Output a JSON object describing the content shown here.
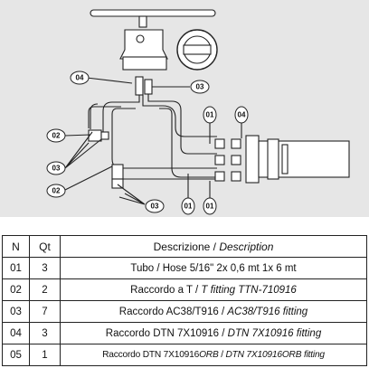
{
  "diagram": {
    "callouts": {
      "c04_top": "04",
      "c03_top": "03",
      "c01_top": "01",
      "c04_right": "04",
      "c02_left": "02",
      "c03_left": "03",
      "c02_bottom": "02",
      "c03_bottom": "03",
      "c01_bottom": "01",
      "c01_bottom2": "01"
    },
    "colors": {
      "background": "#e6e6e6",
      "line": "#222222",
      "fill": "#ffffff",
      "dark": "#444444"
    }
  },
  "table": {
    "headers": {
      "n": "N",
      "qt": "Qt",
      "desc_it": "Descrizione",
      "sep": " / ",
      "desc_en": "Description"
    },
    "rows": [
      {
        "n": "01",
        "qt": "3",
        "it": "Tubo / Hose 5/16\" 2x 0,6 mt 1x 6 mt",
        "en": ""
      },
      {
        "n": "02",
        "qt": "2",
        "it": "Raccordo a T / ",
        "en": "T fitting TTN-710916"
      },
      {
        "n": "03",
        "qt": "7",
        "it": "Raccordo AC38/T916 / ",
        "en": "AC38/T916 fitting"
      },
      {
        "n": "04",
        "qt": "3",
        "it": "Raccordo DTN 7X10916 / ",
        "en": "DTN 7X10916 fitting"
      },
      {
        "n": "05",
        "qt": "1",
        "it": "Raccordo DTN 7X10916",
        "it_suffix": "ORB",
        "sep": " / ",
        "en": "DTN 7X10916",
        "en_suffix": "ORB",
        "en_tail": " fitting"
      }
    ]
  }
}
